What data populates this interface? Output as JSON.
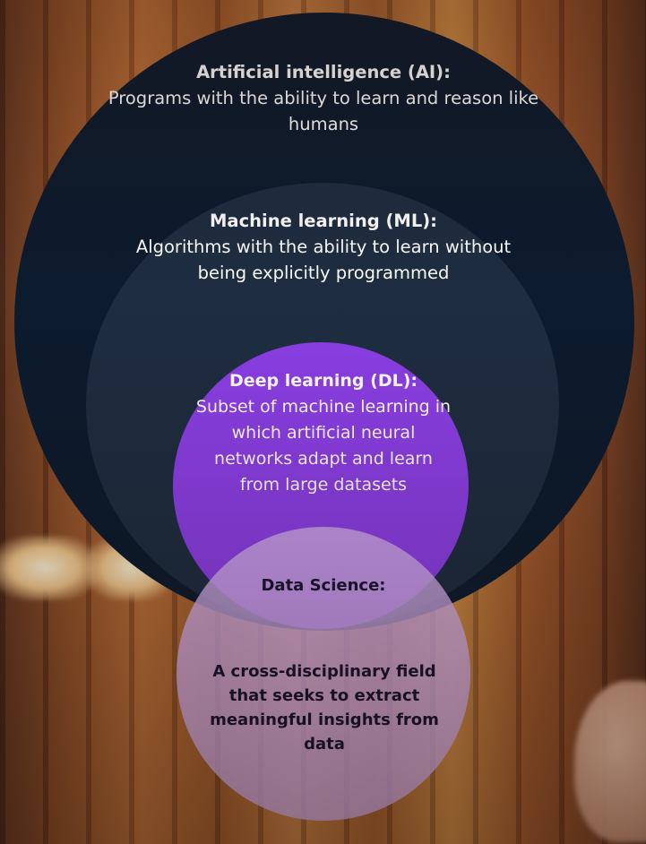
{
  "diagram": {
    "ai": {
      "title": "Artificial intelligence (AI):",
      "description": "Programs with the ability to learn and reason like humans",
      "color": "#0c1b2e"
    },
    "ml": {
      "title": "Machine learning (ML):",
      "description": "Algorithms with the ability to learn without being explicitly programmed",
      "color": "#1e2d41"
    },
    "dl": {
      "title": "Deep learning (DL):",
      "description": "Subset of machine learning in which artificial neural networks adapt and learn from large datasets",
      "color": "#8c3fe7"
    },
    "ds": {
      "title": "Data Science:",
      "description": "A cross-disciplinary field that seeks to extract meaningful insights from data",
      "color": "#d4afee"
    }
  }
}
